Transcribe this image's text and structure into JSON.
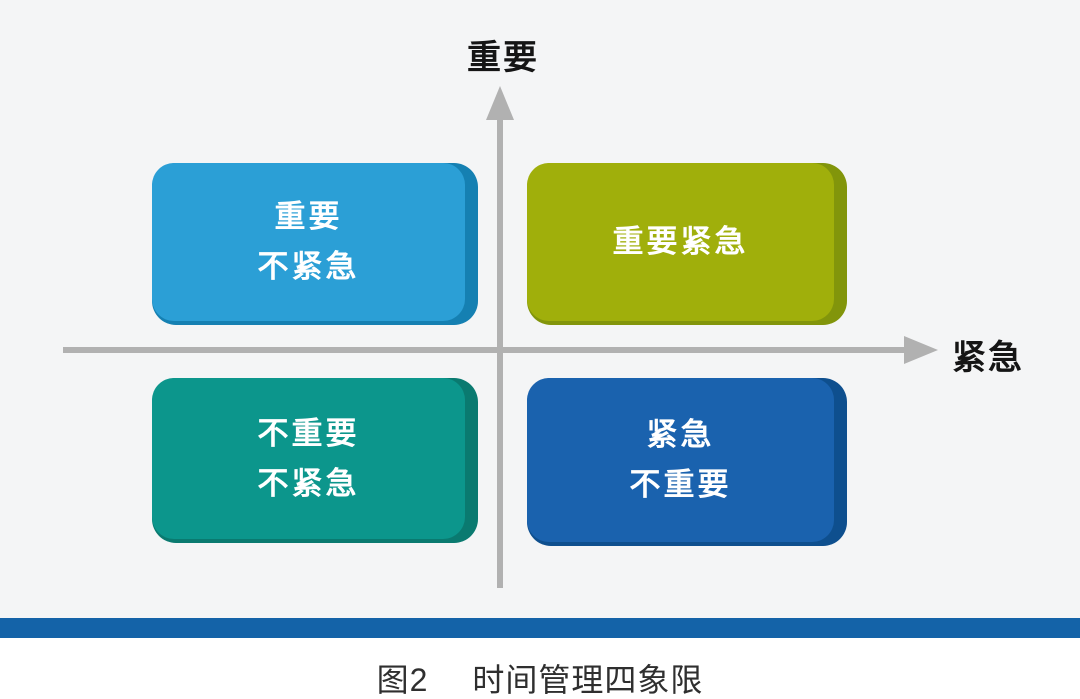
{
  "diagram": {
    "axes": {
      "y_label": "重要",
      "x_label": "紧急"
    },
    "quadrants": [
      {
        "id": "top-left",
        "lines": [
          "重要",
          "不紧急"
        ],
        "face_color": "#2b9fd6",
        "side_color": "#1580b2"
      },
      {
        "id": "top-right",
        "lines": [
          "重要紧急"
        ],
        "face_color": "#a0af0b",
        "side_color": "#82950b"
      },
      {
        "id": "bottom-left",
        "lines": [
          "不重要",
          "不紧急"
        ],
        "face_color": "#0c968c",
        "side_color": "#0a7a70"
      },
      {
        "id": "bottom-right",
        "lines": [
          "紧急",
          "不重要"
        ],
        "face_color": "#1a62ae",
        "side_color": "#0e4f8e"
      }
    ],
    "colors": {
      "background": "#f4f5f6",
      "axis": "#b1b1b1",
      "divider_bar": "#1463a8"
    },
    "caption": {
      "figure_label": "图2",
      "title": "时间管理四象限"
    }
  }
}
